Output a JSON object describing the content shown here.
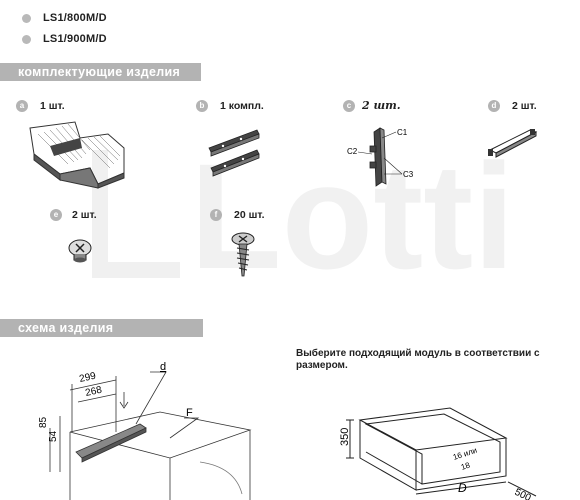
{
  "models": [
    {
      "label": "LS1/800M/D"
    },
    {
      "label": "LS1/900M/D"
    }
  ],
  "watermark_text": "Lotti",
  "sections": {
    "components_title": "комплектующие изделия",
    "scheme_title": "схема изделия"
  },
  "components": [
    {
      "letter": "a",
      "qty": "1 шт."
    },
    {
      "letter": "b",
      "qty": "1 компл."
    },
    {
      "letter": "c",
      "qty": "2 шт."
    },
    {
      "letter": "d",
      "qty": "2 шт."
    },
    {
      "letter": "e",
      "qty": "2 шт."
    },
    {
      "letter": "f",
      "qty": "20 шт."
    }
  ],
  "part_c_labels": {
    "c1": "C1",
    "c2": "C2",
    "c3": "C3"
  },
  "scheme": {
    "dim_299": "299",
    "dim_268": "268",
    "dim_85": "85",
    "dim_54": "54",
    "label_d": "d",
    "label_F": "F"
  },
  "cabinet": {
    "instruction": "Выберите подходящий модуль в соответствии с размером.",
    "dim_height": "350",
    "dim_thickness": "16 или 18",
    "dim_thickness_a": "16 или",
    "dim_thickness_b": "18",
    "dim_width": "D",
    "dim_depth": "500"
  }
}
